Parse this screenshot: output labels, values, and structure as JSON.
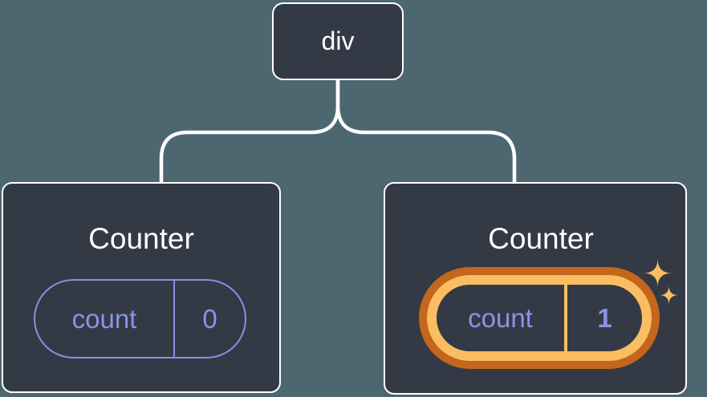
{
  "diagram": {
    "description": "React component tree showing state preserved per component",
    "colors": {
      "background": "#4D6770",
      "card": "#333A45",
      "card_border": "#FFFFFF",
      "connector": "#FFFFFF",
      "state_purple": "#8B93E6",
      "pill_border_purple": "#8790E3",
      "highlight_gold": "#FABD62",
      "highlight_orange": "#C4661B"
    },
    "root": {
      "label": "div"
    },
    "children": [
      {
        "title": "Counter",
        "state": {
          "key": "count",
          "value": "0"
        },
        "highlighted": false
      },
      {
        "title": "Counter",
        "state": {
          "key": "count",
          "value": "1"
        },
        "highlighted": true,
        "icon": "sparkles"
      }
    ]
  }
}
